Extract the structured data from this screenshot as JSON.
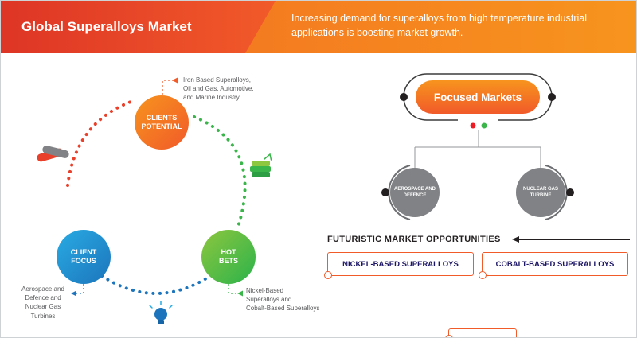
{
  "header": {
    "title": "Global Superalloys Market",
    "subtitle": "Increasing demand for superalloys from high temperature industrial applications is boosting market growth."
  },
  "cycle": {
    "nodes": [
      {
        "id": "clients-potential",
        "label": "CLIENTS\nPOTENTIAL",
        "annotation": "Iron Based Superalloys,\nOil and Gas, Automotive,\nand Marine Industry"
      },
      {
        "id": "client-focus",
        "label": "CLIENT\nFOCUS",
        "annotation": "Aerospace and\nDefence and\nNuclear Gas\nTurbines"
      },
      {
        "id": "hot-bets",
        "label": "HOT\nBETS",
        "annotation": "Nickel-Based\nSuperalloys and\nCobalt-Based Superalloys"
      }
    ],
    "icons": [
      "handshake-icon",
      "money-growth-icon",
      "lightbulb-icon"
    ]
  },
  "focused_markets": {
    "title": "Focused Markets",
    "children": [
      {
        "label": "AEROSPACE AND\nDEFENCE"
      },
      {
        "label": "NUCLEAR GAS\nTURBINE"
      }
    ]
  },
  "opportunities": {
    "title": "FUTURISTIC MARKET OPPORTUNITIES",
    "items": [
      {
        "label": "NICKEL-BASED SUPERALLOYS"
      },
      {
        "label": "COBALT-BASED SUPERALLOYS"
      }
    ]
  },
  "colors": {
    "orange": "#f15a29",
    "orange_light": "#f7941e",
    "red": "#e8402a",
    "blue": "#1c75bc",
    "blue_light": "#29abe2",
    "green": "#39b54a",
    "green_light": "#8dc63f",
    "gray": "#808285",
    "navy": "#1b1464",
    "dark": "#231f20"
  }
}
